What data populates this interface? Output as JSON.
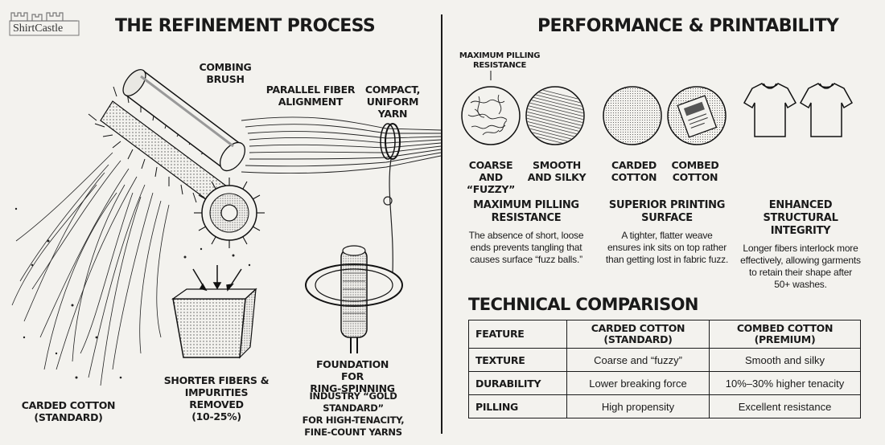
{
  "brand": "ShirtCastle",
  "left": {
    "title": "THE REFINEMENT PROCESS",
    "labels": {
      "combing_brush": [
        "COMBING",
        "BRUSH"
      ],
      "parallel": [
        "PARALLEL FIBER",
        "ALIGNMENT"
      ],
      "compact": [
        "COMPACT,",
        "UNIFORM YARN"
      ],
      "carded": [
        "CARDED COTTON",
        "(STANDARD)"
      ],
      "shorter": [
        "SHORTER FIBERS &",
        "IMPURITIES REMOVED",
        "(10-25%)"
      ],
      "foundation": [
        "FOUNDATION FOR",
        "RING-SPINNING"
      ],
      "industry": [
        "INDUSTRY “GOLD STANDARD”",
        "FOR HIGH-TENACITY,",
        "FINE-COUNT YARNS"
      ]
    }
  },
  "right": {
    "title": "PERFORMANCE & PRINTABILITY",
    "small_label": [
      "MAXIMUM PILLING",
      "RESISTANCE"
    ],
    "circle_labels": {
      "coarse": [
        "COARSE",
        "AND “FUZZY”"
      ],
      "smooth": [
        "SMOOTH",
        "AND SILKY"
      ],
      "carded": [
        "CARDED",
        "COTTON"
      ],
      "combed": [
        "COMBED",
        "COTTON"
      ]
    },
    "benefits": [
      {
        "heading": [
          "MAXIMUM PILLING",
          "RESISTANCE"
        ],
        "body": [
          "The absence of short, loose",
          "ends prevents tangling that",
          "causes surface “fuzz balls.”"
        ]
      },
      {
        "heading": [
          "SUPERIOR PRINTING",
          "SURFACE"
        ],
        "body": [
          "A tighter, flatter weave",
          "ensures ink sits on top rather",
          "than getting lost in fabric fuzz."
        ]
      },
      {
        "heading": [
          "ENHANCED STRUCTURAL",
          "INTEGRITY"
        ],
        "body": [
          "Longer fibers interlock more",
          "effectively, allowing garments",
          "to retain their shape after",
          "50+ washes."
        ]
      }
    ],
    "comparison": {
      "title": "TECHNICAL COMPARISON",
      "headers": [
        "FEATURE",
        "CARDED COTTON\n(STANDARD)",
        "COMBED COTTON\n(PREMIUM)"
      ],
      "header_lines": [
        [
          "FEATURE"
        ],
        [
          "CARDED COTTON",
          "(STANDARD)"
        ],
        [
          "COMBED COTTON",
          "(PREMIUM)"
        ]
      ],
      "rows": [
        [
          "TEXTURE",
          "Coarse and “fuzzy”",
          "Smooth and silky"
        ],
        [
          "DURABILITY",
          "Lower breaking force",
          "10%–30% higher tenacity"
        ],
        [
          "PILLING",
          "High propensity",
          "Excellent resistance"
        ]
      ]
    }
  }
}
